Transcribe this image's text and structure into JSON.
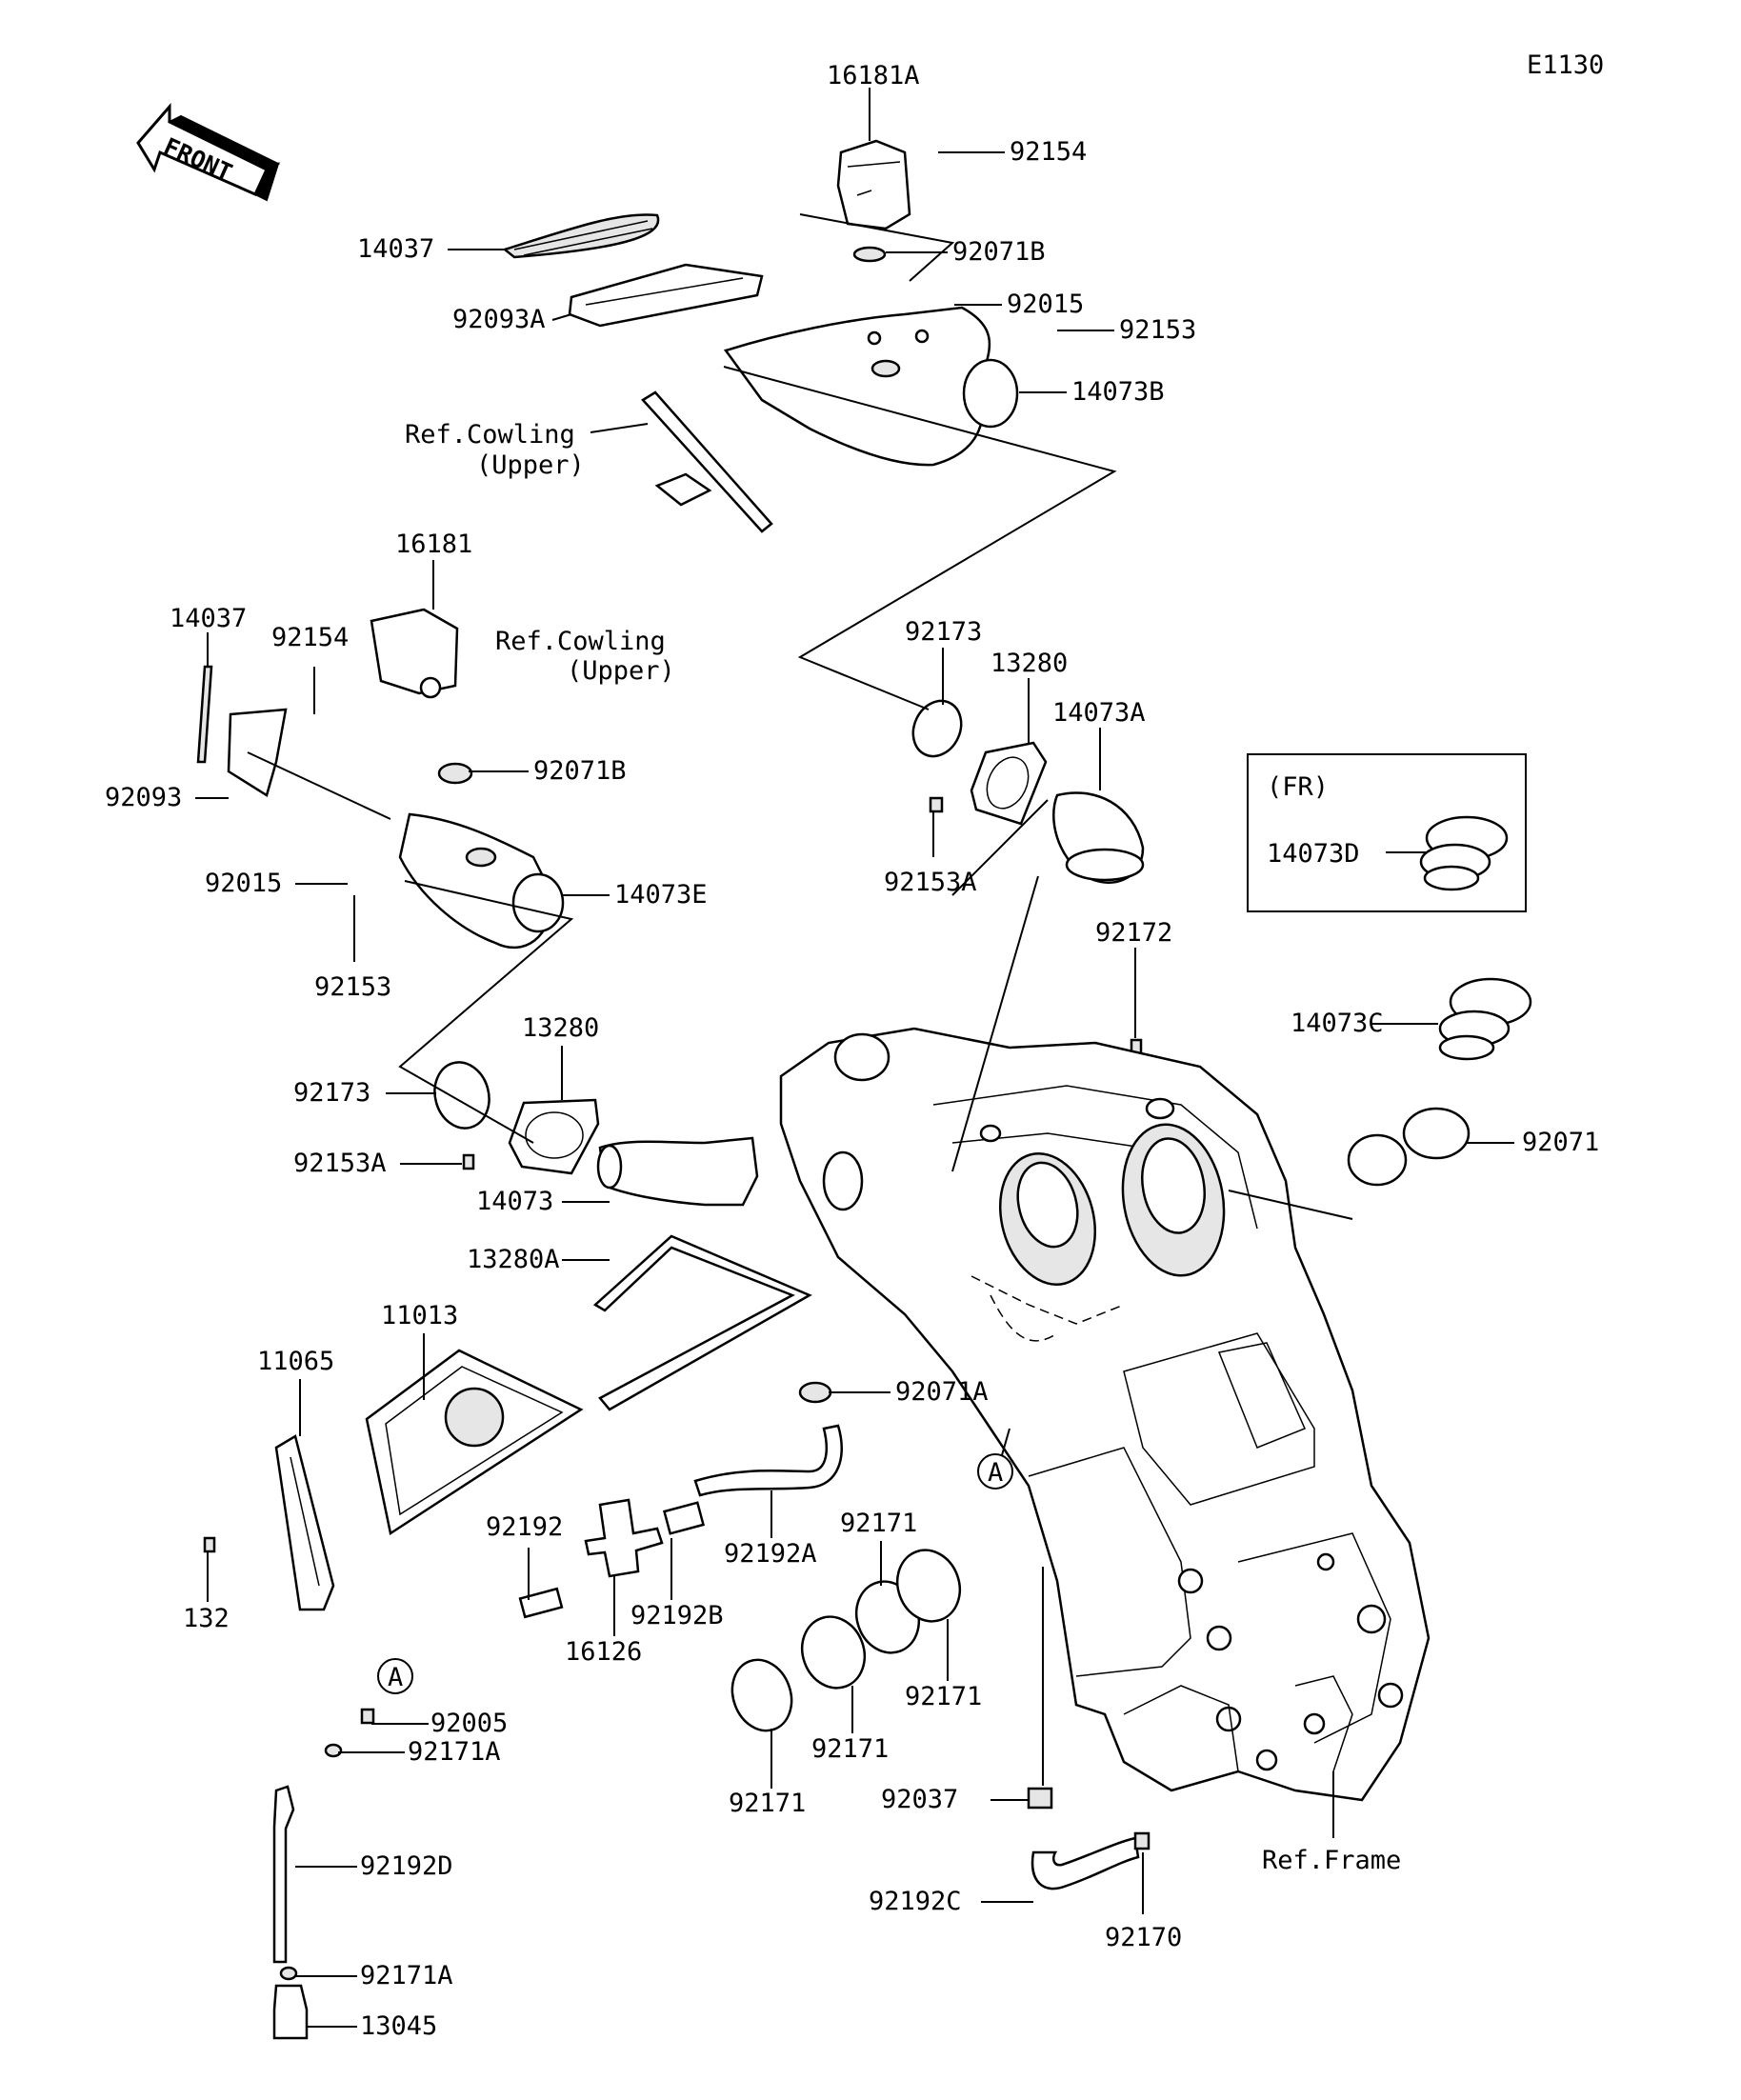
{
  "diagram_code": "E1130",
  "front_label": "FRONT",
  "fr_box": {
    "title": "(FR)",
    "part": "14073D"
  },
  "ref_labels": {
    "cowling_upper_1_line1": "Ref.Cowling",
    "cowling_upper_1_line2": "(Upper)",
    "cowling_upper_2_line1": "Ref.Cowling",
    "cowling_upper_2_line2": "(Upper)",
    "frame": "Ref.Frame"
  },
  "callouts": {
    "a1": "A",
    "a2": "A"
  },
  "parts": [
    "16181A",
    "92154",
    "92071B",
    "92015",
    "92153",
    "14073B",
    "14037",
    "92093A",
    "16181",
    "14037",
    "92154",
    "92093",
    "92071B",
    "92015",
    "14073E",
    "92153",
    "92173",
    "13280",
    "14073A",
    "92153A",
    "92172",
    "14073C",
    "92071",
    "13280",
    "92173",
    "92153A",
    "14073",
    "13280A",
    "11013",
    "11065",
    "132",
    "92071A",
    "92192",
    "92192A",
    "92192B",
    "16126",
    "92171",
    "92171",
    "92171",
    "92171",
    "92005",
    "92171A",
    "92192D",
    "92171A",
    "13045",
    "92037",
    "92192C",
    "92170"
  ]
}
